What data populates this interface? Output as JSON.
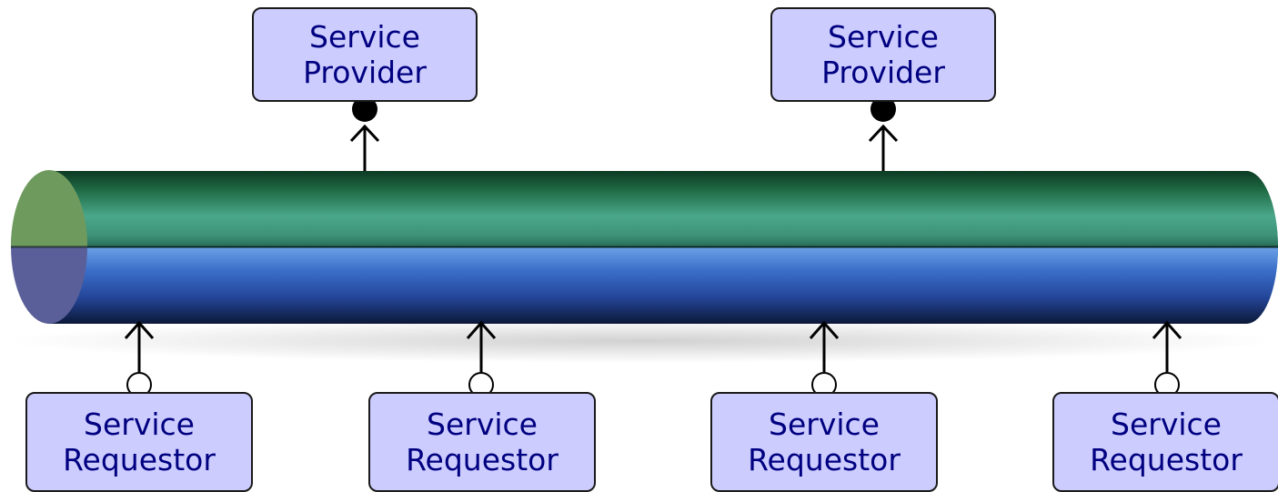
{
  "providers": [
    {
      "line1": "Service",
      "line2": "Provider"
    },
    {
      "line1": "Service",
      "line2": "Provider"
    }
  ],
  "requestors": [
    {
      "line1": "Service",
      "line2": "Requestor"
    },
    {
      "line1": "Service",
      "line2": "Requestor"
    },
    {
      "line1": "Service",
      "line2": "Requestor"
    },
    {
      "line1": "Service",
      "line2": "Requestor"
    }
  ],
  "colors": {
    "box_fill": "#ccccff",
    "box_text": "#000080",
    "box_border": "#1a1a1a",
    "bus_top": "#2e8a62",
    "bus_bottom": "#3b67c2",
    "bus_end_top": "#6e9a5e",
    "bus_end_bottom": "#5a5f9a",
    "connector_filled": "#000000",
    "connector_open": "#ffffff"
  }
}
